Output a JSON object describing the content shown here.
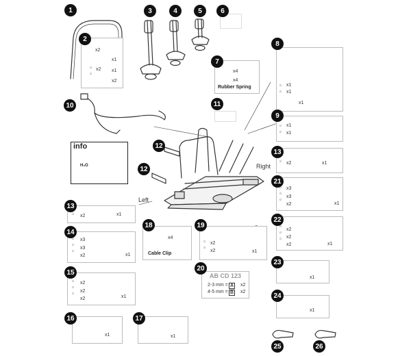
{
  "parts": [
    {
      "id": "1"
    },
    {
      "id": "2"
    },
    {
      "id": "3"
    },
    {
      "id": "4"
    },
    {
      "id": "5"
    },
    {
      "id": "6"
    },
    {
      "id": "7"
    },
    {
      "id": "8"
    },
    {
      "id": "9"
    },
    {
      "id": "10"
    },
    {
      "id": "11"
    },
    {
      "id": "12"
    },
    {
      "id": "12"
    },
    {
      "id": "13"
    },
    {
      "id": "13"
    },
    {
      "id": "14"
    },
    {
      "id": "15"
    },
    {
      "id": "16"
    },
    {
      "id": "17"
    },
    {
      "id": "18"
    },
    {
      "id": "19"
    },
    {
      "id": "20"
    },
    {
      "id": "21"
    },
    {
      "id": "22"
    },
    {
      "id": "23"
    },
    {
      "id": "24"
    },
    {
      "id": "25"
    },
    {
      "id": "26"
    }
  ],
  "labels": {
    "rubber_spring": "Rubber Spring",
    "cable_clip": "Cable Clip",
    "info_title": "info",
    "h2o": "H₂O",
    "right": "Right",
    "left": "Left",
    "plate": "AB CD 123",
    "size_2_3": "2-3 mm =",
    "size_4_5": "4-5 mm =",
    "size_a": "A",
    "size_b": "B"
  },
  "quantities": {
    "q2a": "x2",
    "q2b": "x1",
    "q2c": "x2",
    "q2d": "x1",
    "q2e": "x2",
    "q7a": "x4",
    "q7b": "x4",
    "q8a": "x1",
    "q8b": "x1",
    "q8c": "x1",
    "q9a": "x1",
    "q9b": "x1",
    "q13r_a": "x2",
    "q13r_b": "x1",
    "q21a": "x3",
    "q21b": "x3",
    "q21c": "x2",
    "q21d": "x1",
    "q13l_a": "x2",
    "q13l_b": "x1",
    "q22a": "x2",
    "q22b": "x2",
    "q22c": "x2",
    "q22d": "x1",
    "q14a": "x3",
    "q14b": "x3",
    "q14c": "x2",
    "q14d": "x1",
    "q18a": "x4",
    "q19a": "x2",
    "q19b": "x2",
    "q19c": "x1",
    "q20a": "x2",
    "q20b": "x2",
    "q23": "x1",
    "q15a": "x2",
    "q15b": "x2",
    "q15c": "x2",
    "q15d": "x1",
    "q24": "x1",
    "q16": "x1",
    "q17": "x1"
  }
}
